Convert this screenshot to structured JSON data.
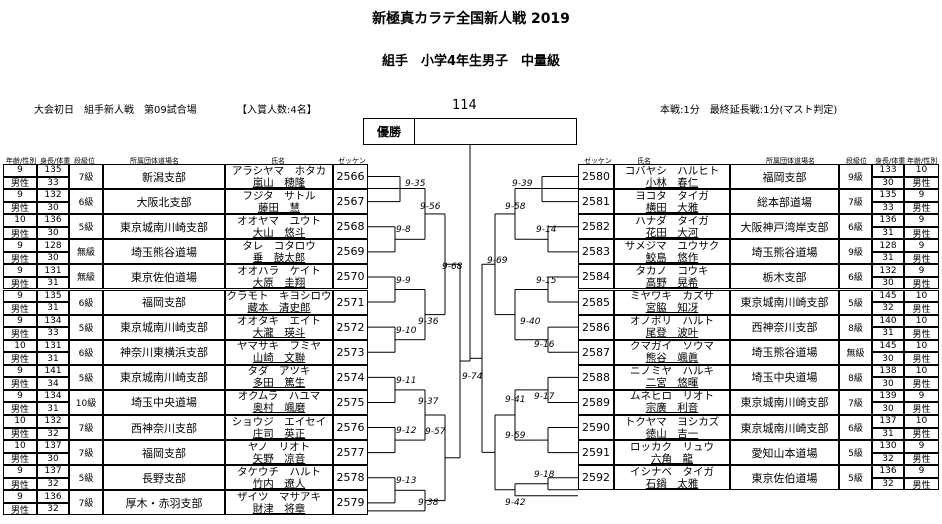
{
  "header": {
    "title": "新極真カラテ全国新人戦 2019",
    "subtitle": "組手　小学4年生男子　中量級",
    "day_info": "大会初日　組手新人戦　第09試合場",
    "winners_info": "【入賞人数:4名】",
    "total_number": "114",
    "time_info": "本戦:1分　最終延長戦:1分(マスト判定)",
    "winner_label": "優勝"
  },
  "columns": {
    "age_gender": "年齢/性別",
    "height_weight": "身長/体重",
    "rank": "段級位",
    "dojo": "所属団体道場名",
    "name": "氏名",
    "zekken": "ゼッケン"
  },
  "left_players": [
    {
      "age": "9",
      "gender": "男性",
      "height": "135",
      "weight": "33",
      "rank": "7級",
      "dojo": "新潟支部",
      "kana": "アラシヤマ　ホタカ",
      "name": "嵐山　穂隆",
      "zekken": "2566"
    },
    {
      "age": "9",
      "gender": "男性",
      "height": "132",
      "weight": "30",
      "rank": "6級",
      "dojo": "大阪北支部",
      "kana": "フジタ　サトル",
      "name": "藤田　慧",
      "zekken": "2567"
    },
    {
      "age": "10",
      "gender": "男性",
      "height": "136",
      "weight": "30",
      "rank": "5級",
      "dojo": "東京城南川崎支部",
      "kana": "オオヤマ　ユウト",
      "name": "大山　悠斗",
      "zekken": "2568"
    },
    {
      "age": "9",
      "gender": "男性",
      "height": "128",
      "weight": "30",
      "rank": "無級",
      "dojo": "埼玉熊谷道場",
      "kana": "タレ　コタロウ",
      "name": "垂　鼓太郎",
      "zekken": "2569"
    },
    {
      "age": "9",
      "gender": "男性",
      "height": "131",
      "weight": "31",
      "rank": "無級",
      "dojo": "東京佐伯道場",
      "kana": "オオハラ　ケイト",
      "name": "大原　圭翔",
      "zekken": "2570"
    },
    {
      "age": "9",
      "gender": "男性",
      "height": "135",
      "weight": "31",
      "rank": "6級",
      "dojo": "福岡支部",
      "kana": "クラモト　キヨシロウ",
      "name": "藏本　清史郎",
      "zekken": "2571"
    },
    {
      "age": "9",
      "gender": "男性",
      "height": "134",
      "weight": "33",
      "rank": "5級",
      "dojo": "東京城南川崎支部",
      "kana": "オオタキ　エイト",
      "name": "大瀧　瑛斗",
      "zekken": "2572"
    },
    {
      "age": "10",
      "gender": "男性",
      "height": "131",
      "weight": "31",
      "rank": "6級",
      "dojo": "神奈川東横浜支部",
      "kana": "ヤマサキ　フミヤ",
      "name": "山崎　文聯",
      "zekken": "2573"
    },
    {
      "age": "9",
      "gender": "男性",
      "height": "141",
      "weight": "34",
      "rank": "5級",
      "dojo": "東京城南川崎支部",
      "kana": "タダ　アツキ",
      "name": "多田　篤生",
      "zekken": "2574"
    },
    {
      "age": "9",
      "gender": "男性",
      "height": "134",
      "weight": "31",
      "rank": "10級",
      "dojo": "埼玉中央道場",
      "kana": "オクムラ　ハユマ",
      "name": "奥村　颯磨",
      "zekken": "2575"
    },
    {
      "age": "10",
      "gender": "男性",
      "height": "132",
      "weight": "32",
      "rank": "7級",
      "dojo": "西神奈川支部",
      "kana": "ショウジ　エイセイ",
      "name": "庄司　英正",
      "zekken": "2576"
    },
    {
      "age": "10",
      "gender": "男性",
      "height": "137",
      "weight": "30",
      "rank": "7級",
      "dojo": "福岡支部",
      "kana": "ヤノ　リオト",
      "name": "矢野　凉音",
      "zekken": "2577"
    },
    {
      "age": "9",
      "gender": "男性",
      "height": "137",
      "weight": "32",
      "rank": "5級",
      "dojo": "長野支部",
      "kana": "タケウチ　ハルト",
      "name": "竹内　遼人",
      "zekken": "2578"
    },
    {
      "age": "9",
      "gender": "男性",
      "height": "136",
      "weight": "32",
      "rank": "7級",
      "dojo": "厚木・赤羽支部",
      "kana": "ザイツ　マサアキ",
      "name": "財津　将章",
      "zekken": "2579"
    }
  ],
  "right_players": [
    {
      "zekken": "2580",
      "kana": "コバヤシ　ハルヒト",
      "name": "小林　春仁",
      "dojo": "福岡支部",
      "rank": "9級",
      "height": "133",
      "weight": "30",
      "age": "10",
      "gender": "男性"
    },
    {
      "zekken": "2581",
      "kana": "ヨコタ　タイガ",
      "name": "横田　大雅",
      "dojo": "総本部道場",
      "rank": "7級",
      "height": "135",
      "weight": "33",
      "age": "9",
      "gender": "男性"
    },
    {
      "zekken": "2582",
      "kana": "ハナダ　タイガ",
      "name": "花田　大河",
      "dojo": "大阪神戸湾岸支部",
      "rank": "6級",
      "height": "136",
      "weight": "31",
      "age": "9",
      "gender": "男性"
    },
    {
      "zekken": "2583",
      "kana": "サメジマ　ユウサク",
      "name": "鮫島　悠作",
      "dojo": "埼玉熊谷道場",
      "rank": "9級",
      "height": "128",
      "weight": "31",
      "age": "9",
      "gender": "男性"
    },
    {
      "zekken": "2584",
      "kana": "タカノ　コウキ",
      "name": "高野　晃希",
      "dojo": "栃木支部",
      "rank": "6級",
      "height": "132",
      "weight": "30",
      "age": "9",
      "gender": "男性"
    },
    {
      "zekken": "2585",
      "kana": "ミヤワキ　カズサ",
      "name": "宮脇　知冴",
      "dojo": "東京城南川崎支部",
      "rank": "5級",
      "height": "145",
      "weight": "32",
      "age": "10",
      "gender": "男性"
    },
    {
      "zekken": "2586",
      "kana": "オノボリ　ハルト",
      "name": "尾登　波叶",
      "dojo": "西神奈川支部",
      "rank": "8級",
      "height": "140",
      "weight": "31",
      "age": "10",
      "gender": "男性"
    },
    {
      "zekken": "2587",
      "kana": "クマガイ　ソウマ",
      "name": "熊谷　颯眞",
      "dojo": "埼玉熊谷道場",
      "rank": "無級",
      "height": "145",
      "weight": "30",
      "age": "10",
      "gender": "男性"
    },
    {
      "zekken": "2588",
      "kana": "ニノミヤ　ハルキ",
      "name": "二宮　悠暉",
      "dojo": "埼玉中央道場",
      "rank": "8級",
      "height": "138",
      "weight": "30",
      "age": "10",
      "gender": "男性"
    },
    {
      "zekken": "2589",
      "kana": "ムネヒロ　リオト",
      "name": "宗廣　利音",
      "dojo": "東京城南川崎支部",
      "rank": "7級",
      "height": "139",
      "weight": "30",
      "age": "9",
      "gender": "男性"
    },
    {
      "zekken": "2590",
      "kana": "トクヤマ　ヨシカズ",
      "name": "徳山　吉一",
      "dojo": "東京城南川崎支部",
      "rank": "6級",
      "height": "137",
      "weight": "31",
      "age": "10",
      "gender": "男性"
    },
    {
      "zekken": "2591",
      "kana": "ロッカク　リュウ",
      "name": "六角　龍",
      "dojo": "愛知山本道場",
      "rank": "5級",
      "height": "130",
      "weight": "32",
      "age": "9",
      "gender": "男性"
    },
    {
      "zekken": "2592",
      "kana": "イシナベ　タイガ",
      "name": "石鍋　太雅",
      "dojo": "東京佐伯道場",
      "rank": "5級",
      "height": "136",
      "weight": "32",
      "age": "9",
      "gender": "男性"
    }
  ],
  "bout_labels": [
    "9-35",
    "9-8",
    "9-56",
    "9-9",
    "9-36",
    "9-10",
    "9-68",
    "9-74",
    "9-11",
    "9-37",
    "9-12",
    "9-57",
    "9-13",
    "9-38",
    "9-39",
    "9-14",
    "9-58",
    "9-15",
    "9-40",
    "9-69",
    "9-16",
    "9-41",
    "9-17",
    "9-59",
    "9-18",
    "9-42"
  ]
}
